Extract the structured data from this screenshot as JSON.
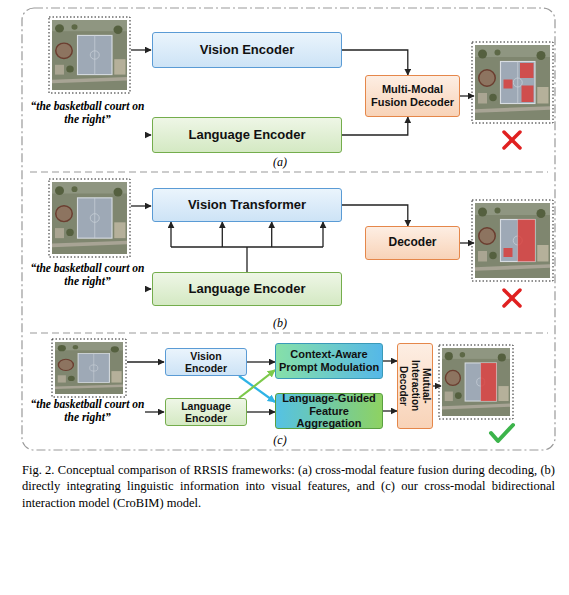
{
  "diagram": {
    "caption": "Fig. 2. Conceptual comparison of RRSIS frameworks: (a) cross-modal feature fusion during decoding, (b) directly integrating linguistic information into visual features, and (c) our cross-modal bidirectional interaction model (CroBIM) model.",
    "nodes": [
      {
        "text": [
          "Vision Encoder"
        ]
      },
      {
        "text": [
          "Language Encoder"
        ]
      },
      {
        "text": [
          "Multi-Modal Fusion Decoder"
        ]
      },
      {
        "text": [
          "Vision Transformer"
        ]
      },
      {
        "text": [
          "Language Encoder"
        ]
      },
      {
        "text": [
          "Decoder"
        ]
      },
      {
        "text": [
          "Vision Encoder"
        ]
      },
      {
        "text": [
          "Language Encoder"
        ]
      },
      {
        "text": [
          "Context-Aware Prompt Modulation"
        ]
      },
      {
        "text": [
          "Language-Guided Feature Aggregation"
        ]
      },
      {
        "text": [
          "Mutual-Interaction Decoder"
        ]
      }
    ],
    "edges": [
      {
        "from": 0,
        "to": 2,
        "arrow": "to"
      },
      {
        "from": 1,
        "to": 2,
        "arrow": "to"
      },
      {
        "from": 4,
        "to": 3,
        "arrow": "to"
      },
      {
        "from": 3,
        "to": 5,
        "arrow": "to"
      },
      {
        "from": 6,
        "to": 8,
        "arrow": "to"
      },
      {
        "from": 7,
        "to": 9,
        "arrow": "to"
      },
      {
        "from": 6,
        "to": 9,
        "arrow": "to"
      },
      {
        "from": 7,
        "to": 8,
        "arrow": "to"
      },
      {
        "from": 8,
        "to": 10,
        "arrow": "to"
      },
      {
        "from": 9,
        "to": 10,
        "arrow": "to"
      }
    ],
    "labels": [
      "“the basketball court on the right”",
      "(a)",
      "“the basketball court on the right”",
      "(b)",
      "“the basketball court on the right”",
      "(c)"
    ]
  }
}
